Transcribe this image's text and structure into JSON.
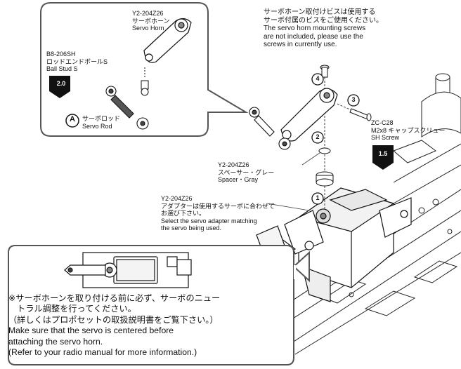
{
  "parts": {
    "servo_horn": {
      "code": "Y2-204Z26",
      "name_jp": "サーボホーン",
      "name_en": "Servo Horn"
    },
    "ball_stud": {
      "code": "B8-206SH",
      "name_jp": "ロッドエンドボールS",
      "name_en": "Ball Stud S"
    },
    "servo_rod": {
      "marker": "A",
      "name_jp": "サーボロッド",
      "name_en": "Servo Rod"
    },
    "screw": {
      "code": "ZC-C28",
      "name_jp": "M2x8 キャップスクリュー",
      "name_en": "SH Screw"
    },
    "spacer": {
      "code": "Y2-204Z26",
      "name_jp": "スペーサー・グレー",
      "name_en": "Spacer・Gray"
    },
    "adapter": {
      "code": "Y2-204Z26",
      "jp_line1": "アダプターは使用するサーボに合わせて",
      "jp_line2": "お選び下さい。",
      "en_line1": "Select the servo adapter matching",
      "en_line2": "the servo being used."
    }
  },
  "tools": {
    "hex_small": "2.0",
    "hex_large": "1.5"
  },
  "steps": [
    "1",
    "2",
    "3",
    "4"
  ],
  "top_note": {
    "jp_line1": "サーボホーン取付けビスは使用する",
    "jp_line2": "サーボ付属のビスをご使用ください。",
    "en_line1": "The servo horn mounting screws",
    "en_line2": "are not included, please use the",
    "en_line3": "screws in currently use."
  },
  "bottom_note": {
    "line1": "※サーボホーンを取り付ける前に必ず、サーボのニュー",
    "line2": "　トラル調整を行ってください。",
    "line3": "（詳しくはプロポセットの取扱説明書をご覧下さい。）",
    "line4": "Make sure that the servo is centered before",
    "line5": "attaching the servo horn.",
    "line6": "(Refer to your radio manual for more information.)"
  }
}
